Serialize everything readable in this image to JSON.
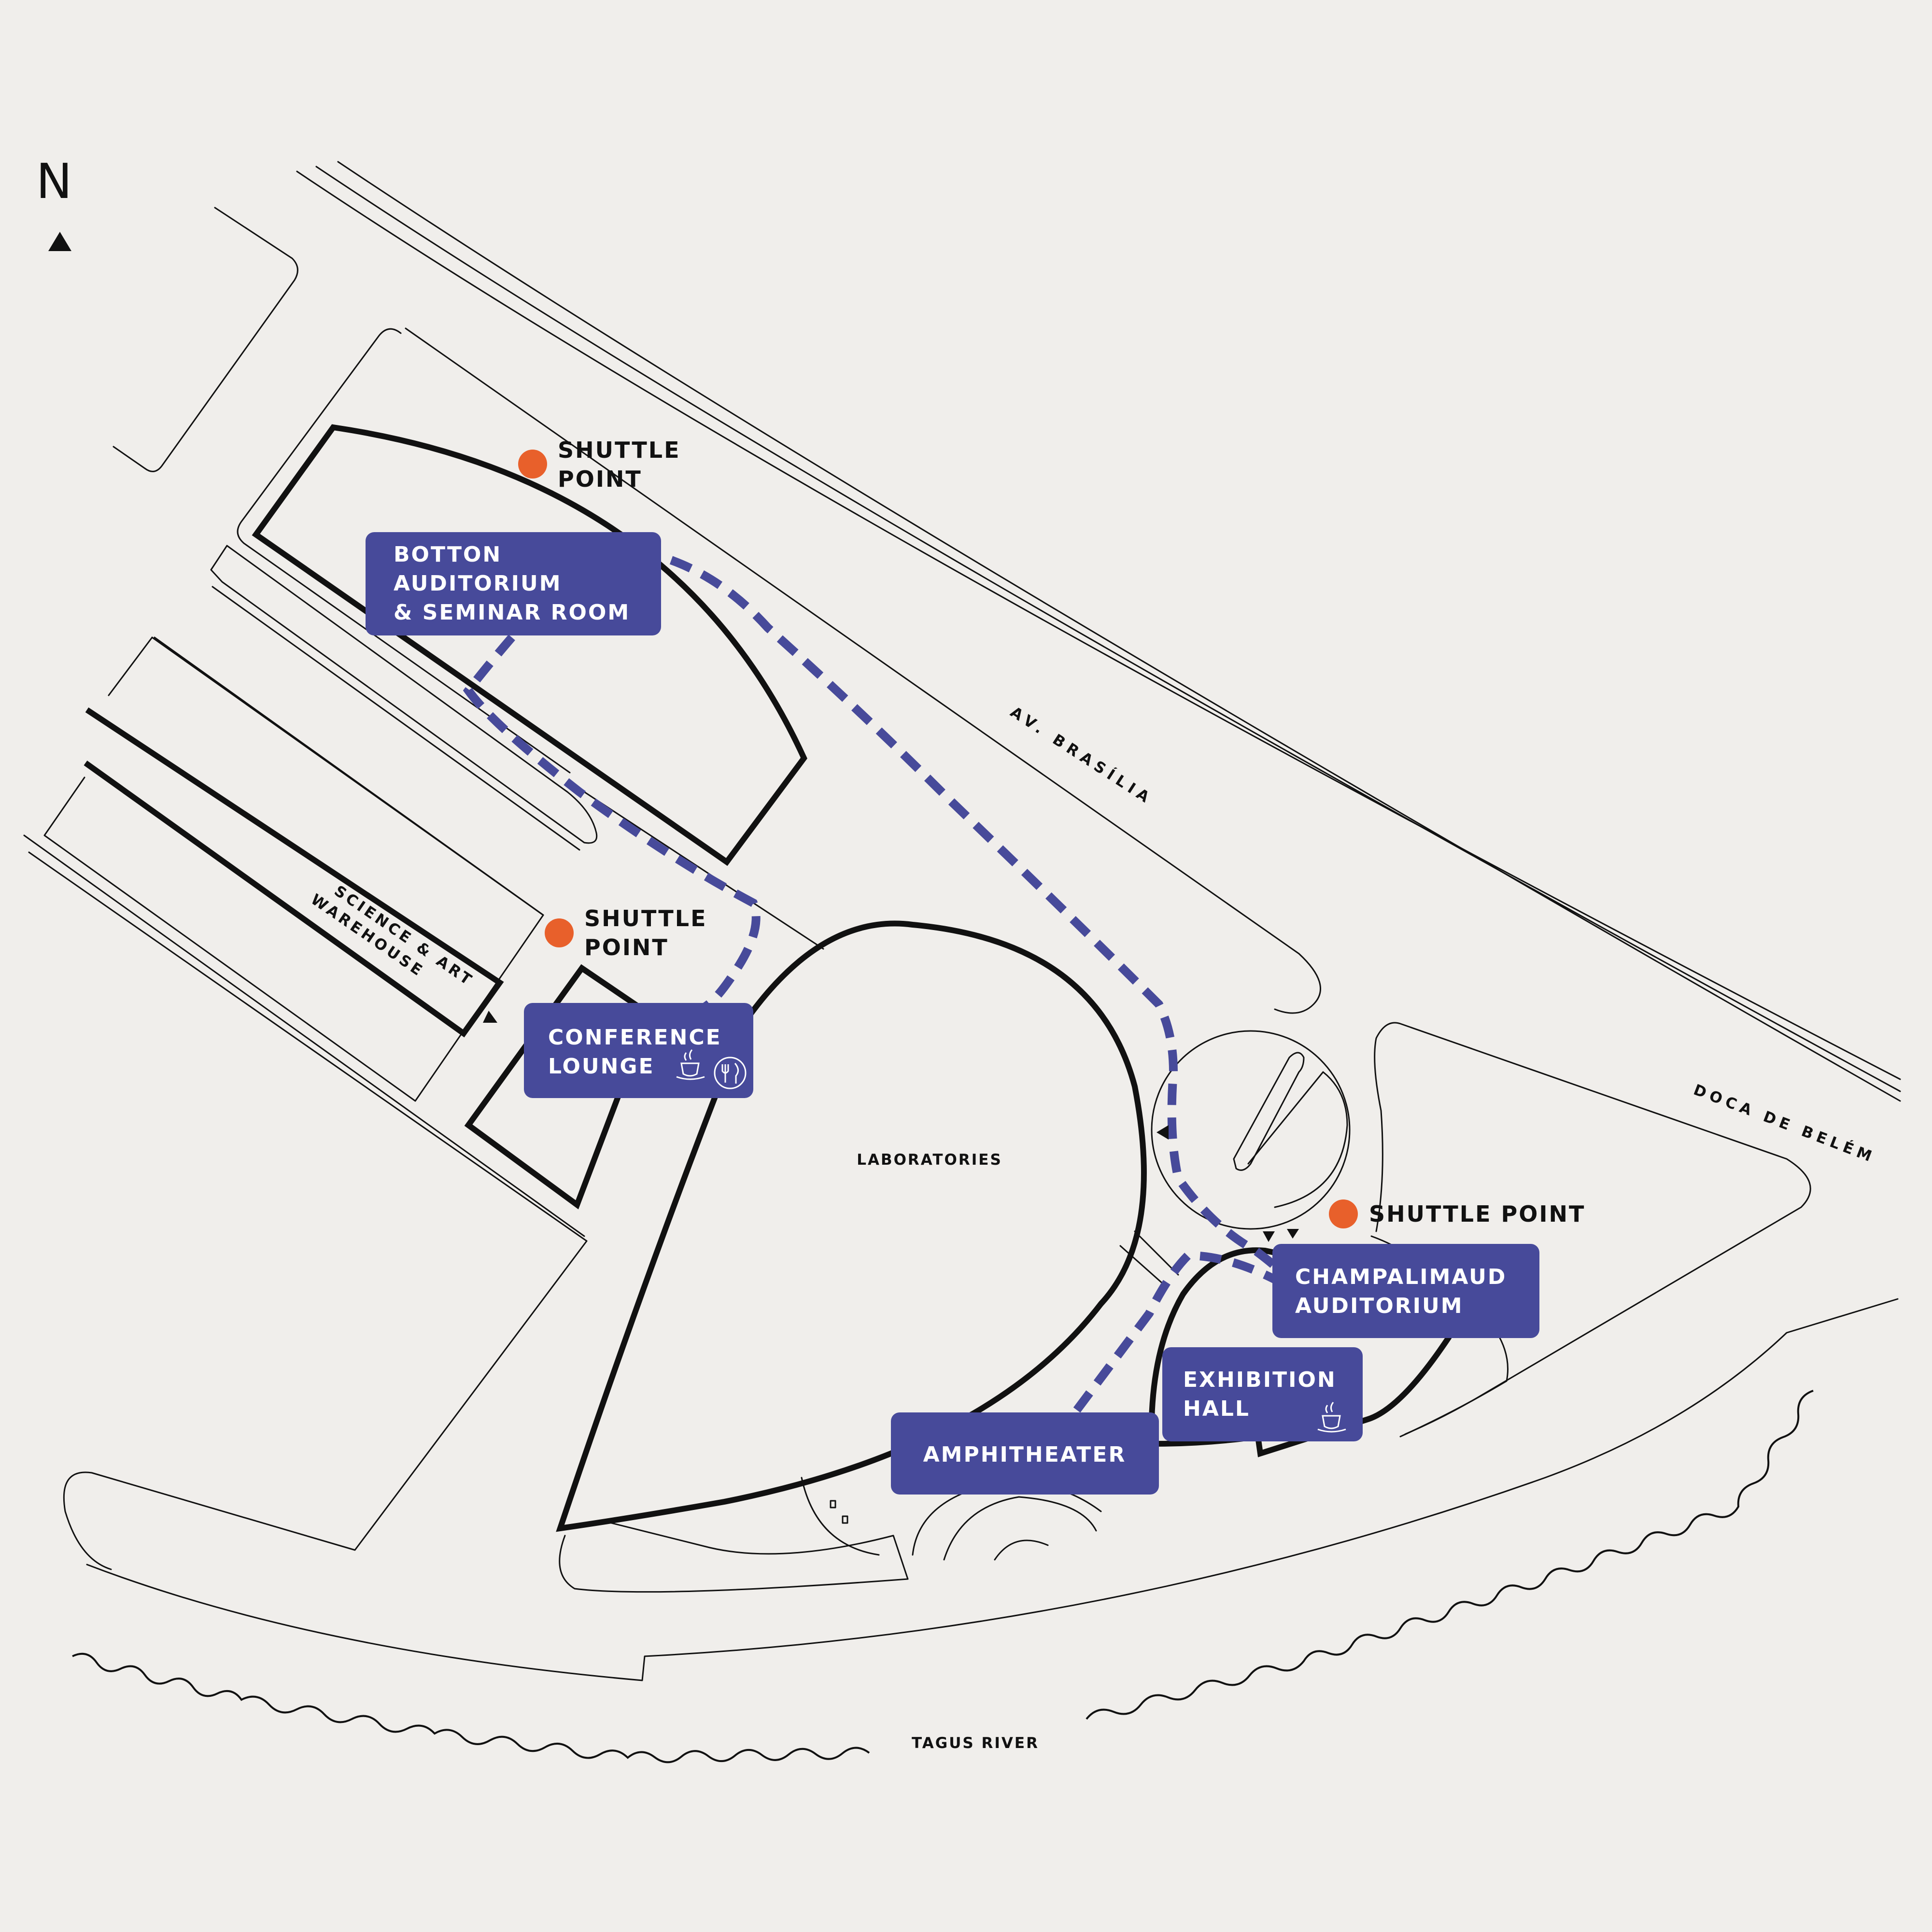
{
  "compass": {
    "label": "N"
  },
  "streets": {
    "av_brasilia": "AV. BRASÍLIA",
    "doca_de_belem": "DOCA DE BELÉM",
    "tagus_river": "TAGUS RIVER"
  },
  "buildings": {
    "laboratories": "LABORATORIES",
    "warehouse_line1": "SCIENCE & ART",
    "warehouse_line2": "WAREHOUSE"
  },
  "shuttle_points": [
    {
      "line1": "SHUTTLE",
      "line2": "POINT"
    },
    {
      "line1": "SHUTTLE",
      "line2": "POINT"
    },
    {
      "line1": "SHUTTLE POINT",
      "line2": ""
    }
  ],
  "venues": {
    "botton": {
      "line1": "BOTTON",
      "line2": "AUDITORIUM",
      "line3": "& SEMINAR ROOM"
    },
    "conference": {
      "line1": "CONFERENCE",
      "line2": "LOUNGE",
      "icons": [
        "coffee-icon",
        "restaurant-icon"
      ]
    },
    "champalimaud": {
      "line1": "CHAMPALIMAUD",
      "line2": "AUDITORIUM"
    },
    "exhibition": {
      "line1": "EXHIBITION",
      "line2": "HALL",
      "icons": [
        "coffee-icon"
      ]
    },
    "amphitheater": {
      "line1": "AMPHITHEATER"
    }
  },
  "colors": {
    "background": "#f0eeeb",
    "venue_label": "#474a9a",
    "route": "#474a9a",
    "shuttle_point": "#e8602b",
    "line": "#111111"
  }
}
